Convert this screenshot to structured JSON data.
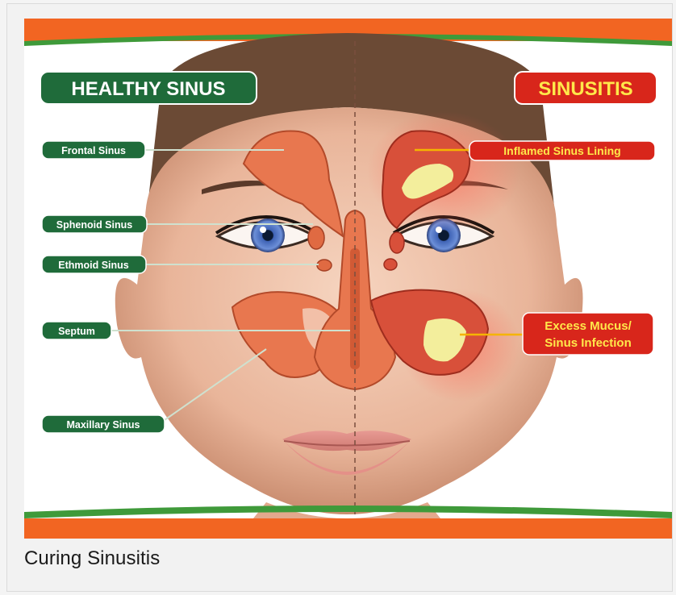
{
  "figure": {
    "healthy_title": "HEALTHY SINUS",
    "sinusitis_title": "SINUSITIS",
    "left_labels": {
      "frontal": "Frontal Sinus",
      "sphenoid": "Sphenoid Sinus",
      "ethmoid": "Ethmoid Sinus",
      "septum": "Septum",
      "maxillary": "Maxillary Sinus"
    },
    "right_labels": {
      "inflamed": "Inflamed Sinus Lining",
      "mucus_line1": "Excess Mucus/",
      "mucus_line2": "Sinus Infection"
    },
    "colors": {
      "healthy_green": "#1f6b3a",
      "sinusitis_red": "#d8261b",
      "sinusitis_text": "#ffe84a",
      "band_orange": "#f26522",
      "band_green": "#3f9a3a",
      "sinus_fill": "#e8774f",
      "mucus_fill": "#f3ee9c"
    }
  },
  "caption": "Curing Sinusitis"
}
